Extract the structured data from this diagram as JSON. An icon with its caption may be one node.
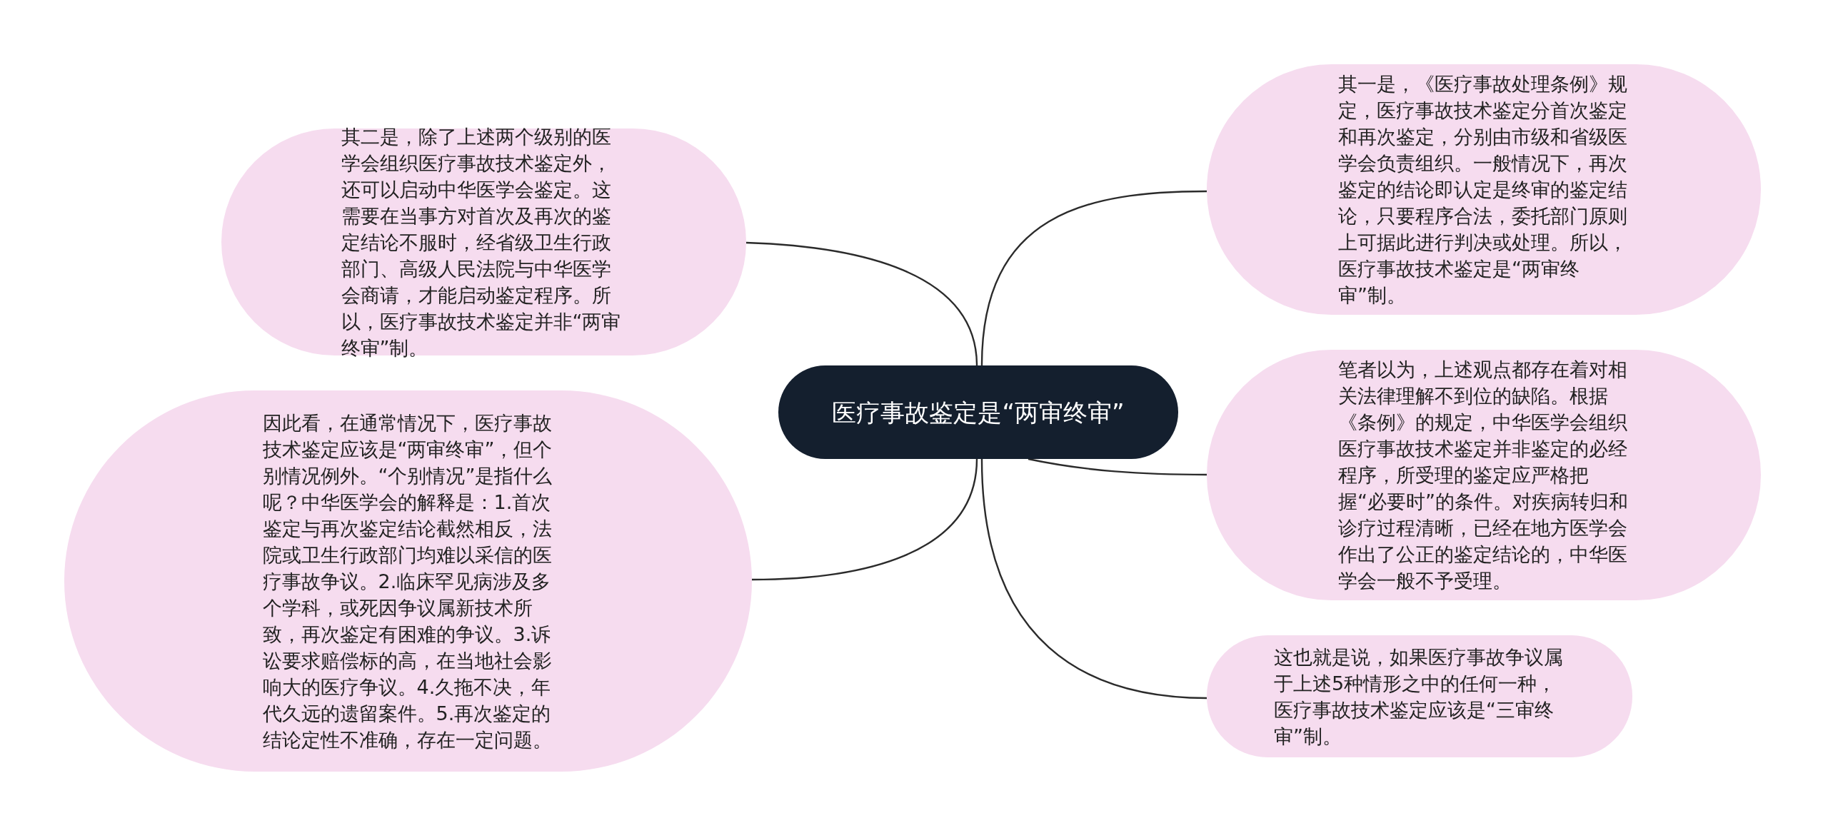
{
  "diagram": {
    "nodes": [
      {
        "text": [
          "医疗事故鉴定是“两审终审”"
        ]
      },
      {
        "text": [
          "其二是，除了上述两个级别的医学会组织医疗事故技术鉴定外，还可以启动中华医学会鉴定。这需要在当事方对首次及再次的鉴定结论不服时，经省级卫生行政部门、高级人民法院与中华医学会商请，才能启动鉴定程序。所以，医疗事故技术鉴定并非“两审终审”制。"
        ]
      },
      {
        "text": [
          "因此看，在通常情况下，医疗事故技术鉴定应该是“两审终审”，但个别情况例外。“个别情况”是指什么呢？中华医学会的解释是：1.首次鉴定与再次鉴定结论截然相反，法院或卫生行政部门均难以采信的医疗事故争议。2.临床罕见病涉及多个学科，或死因争议属新技术所致，再次鉴定有困难的争议。3.诉讼要求赔偿标的高，在当地社会影响大的医疗争议。4.久拖不决，年代久远的遗留案件。5.再次鉴定的结论定性不准确，存在一定问题。"
        ]
      },
      {
        "text": [
          "其一是，《医疗事故处理条例》规定，医疗事故技术鉴定分首次鉴定和再次鉴定，分别由市级和省级医学会负责组织。一般情况下，再次鉴定的结论即认定是终审的鉴定结论，只要程序合法，委托部门原则上可据此进行判决或处理。所以，医疗事故技术鉴定是“两审终审”制。"
        ]
      },
      {
        "text": [
          "笔者以为，上述观点都存在着对相关法律理解不到位的缺陷。根据《条例》的规定，中华医学会组织医疗事故技术鉴定并非鉴定的必经程序，所受理的鉴定应严格把握“必要时”的条件。对疾病转归和诊疗过程清晰，已经在地方医学会作出了公正的鉴定结论的，中华医学会一般不予受理。"
        ]
      },
      {
        "text": [
          "这也就是说，如果医疗事故争议属于上述5种情形之中的任何一种，医疗事故技术鉴定应该是“三审终审”制。"
        ]
      }
    ],
    "edges": [
      {
        "from": 0,
        "to": 1,
        "arrow": "none"
      },
      {
        "from": 0,
        "to": 2,
        "arrow": "none"
      },
      {
        "from": 0,
        "to": 3,
        "arrow": "none"
      },
      {
        "from": 0,
        "to": 4,
        "arrow": "none"
      },
      {
        "from": 0,
        "to": 5,
        "arrow": "none"
      }
    ]
  }
}
